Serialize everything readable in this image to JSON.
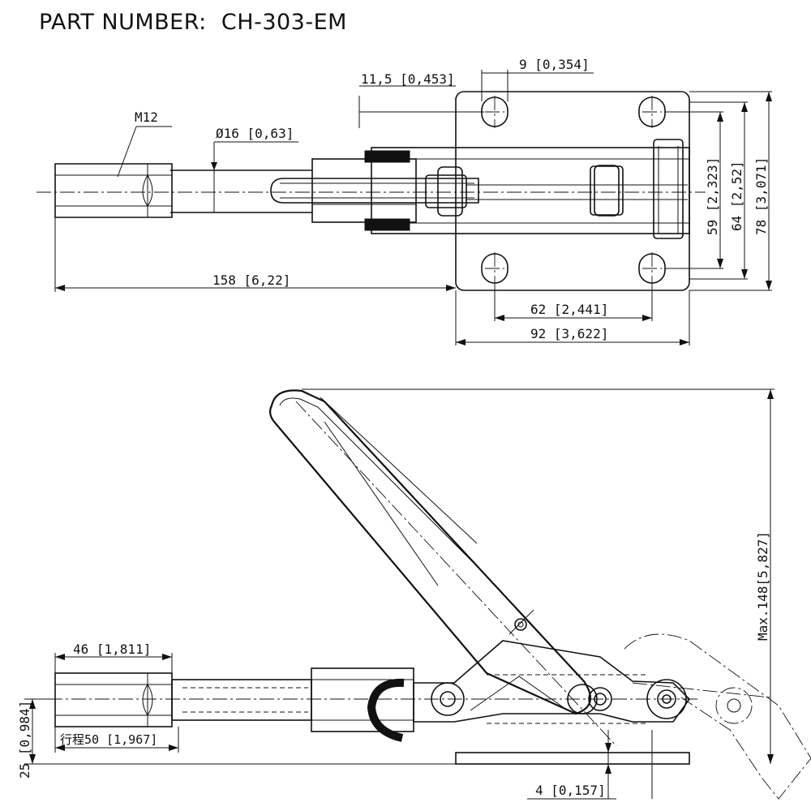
{
  "title": "PART NUMBER:  CH-303-EM",
  "dimensions": {
    "d_11_5": "11,5 [0,453]",
    "d_9": "9 [0,354]",
    "d_m12": "M12",
    "d_dia16": "Ø16 [0,63]",
    "d_158": "158 [6,22]",
    "d_62": "62 [2,441]",
    "d_92": "92 [3,622]",
    "d_59": "59 [2,323]",
    "d_64": "64 [2,52]",
    "d_78": "78 [3,071]",
    "d_max148": "Max.148[5,827]",
    "d_46": "46 [1,811]",
    "d_25": "25 [0,984]",
    "d_stroke50": "行程50 [1,967]",
    "d_4": "4 [0,157]"
  }
}
